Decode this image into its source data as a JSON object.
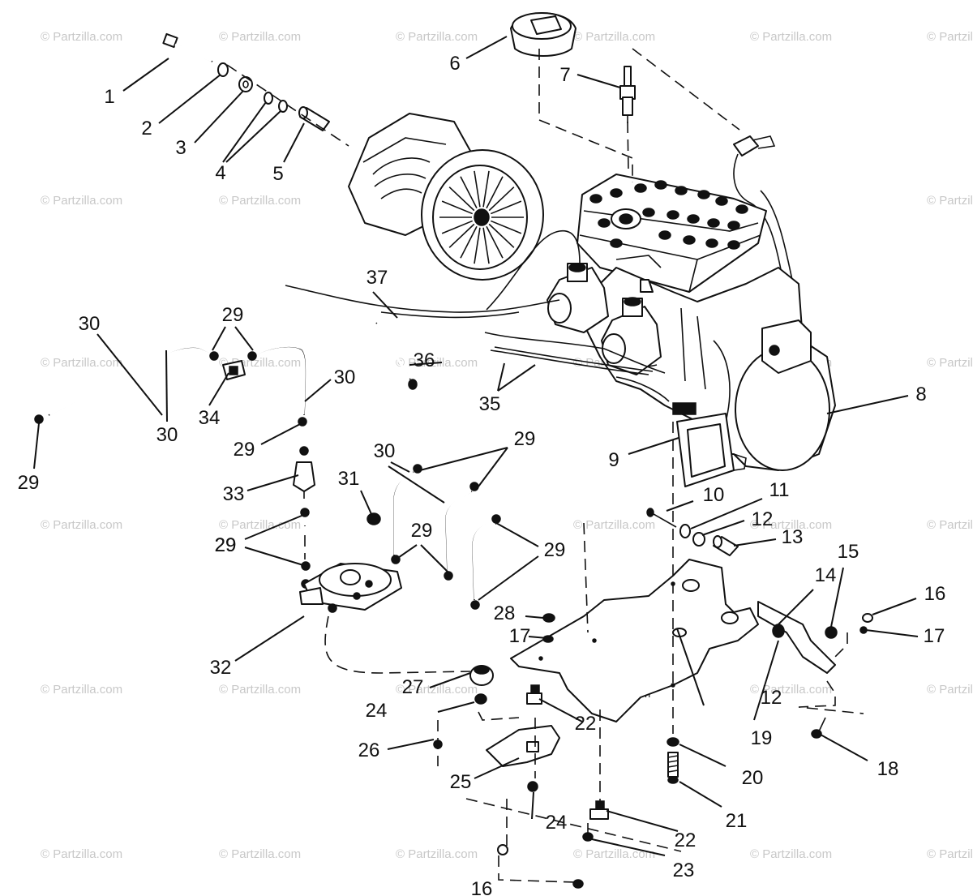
{
  "watermark": "© Partzilla.com",
  "callouts": [
    "1",
    "2",
    "3",
    "4",
    "5",
    "6",
    "7",
    "8",
    "9",
    "10",
    "11",
    "12",
    "12",
    "13",
    "14",
    "15",
    "16",
    "16",
    "17",
    "17",
    "18",
    "19",
    "20",
    "21",
    "22",
    "22",
    "23",
    "24",
    "24",
    "25",
    "26",
    "27",
    "28",
    "29",
    "29",
    "29",
    "29",
    "29",
    "29",
    "29",
    "29",
    "30",
    "30",
    "30",
    "30",
    "31",
    "32",
    "33",
    "34",
    "35",
    "36",
    "37"
  ]
}
